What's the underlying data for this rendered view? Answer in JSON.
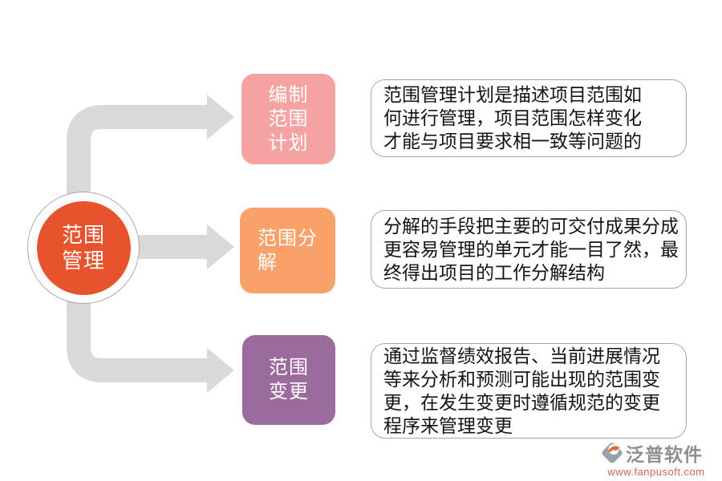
{
  "diagram": {
    "hub": {
      "label": "范围\n管理"
    },
    "branches": [
      {
        "id": "plan",
        "label": "编制\n范围\n计划",
        "color": "#F4A3A2",
        "description": "范围管理计划是描述项目范围如\n何进行管理，项目范围怎样变化\n才能与项目要求相一致等问题的"
      },
      {
        "id": "decompose",
        "label": "范围分\n解",
        "color": "#FAA069",
        "description": "分解的手段把主要的可交付成果分成\n更容易管理的单元才能一目了然，最\n终得出项目的工作分解结构"
      },
      {
        "id": "change",
        "label": "范围\n变更",
        "color": "#9C6B9E",
        "description": "通过监督绩效报告、当前进展情况\n等来分析和预测可能出现的范围变\n更，在发生变更时遵循规范的变更\n程序来管理变更"
      }
    ]
  },
  "watermark": {
    "brand": "泛普软件",
    "url": "www.fanpusoft.com"
  },
  "colors": {
    "hub": "#E7532C",
    "connector": "#D9D9D9",
    "callout_border": "#A6A6A6",
    "brand_text": "#8F8F8F",
    "url_text": "#C9654E"
  }
}
